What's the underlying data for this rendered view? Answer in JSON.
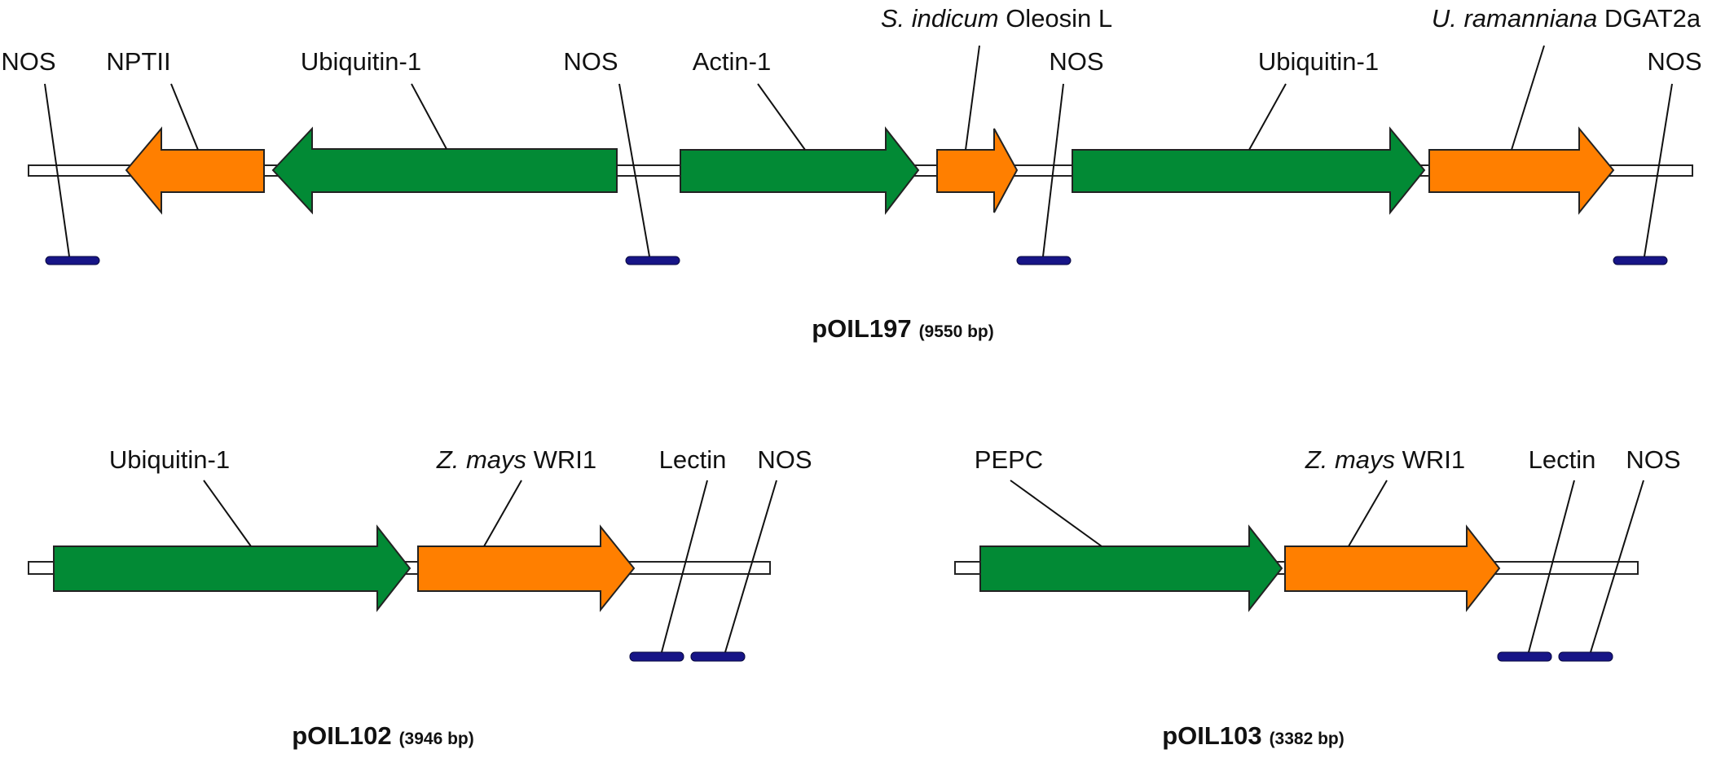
{
  "colors": {
    "promoter": "#028a35",
    "coding": "#ff7f00",
    "terminator_marker": "#171587",
    "backbone": "#ffffff",
    "outline": "#222222"
  },
  "constructs": [
    {
      "id": "pOIL197",
      "name": "pOIL197",
      "size": "(9550 bp)",
      "labels": [
        {
          "id": "nos-1",
          "parts": [
            {
              "text": "NOS",
              "italic": false
            }
          ]
        },
        {
          "id": "nptii",
          "parts": [
            {
              "text": "NPTII",
              "italic": false
            }
          ]
        },
        {
          "id": "ubiquitin-1-a",
          "parts": [
            {
              "text": "Ubiquitin-1",
              "italic": false
            }
          ]
        },
        {
          "id": "nos-2",
          "parts": [
            {
              "text": "NOS",
              "italic": false
            }
          ]
        },
        {
          "id": "actin-1",
          "parts": [
            {
              "text": "Actin-1",
              "italic": false
            }
          ]
        },
        {
          "id": "oleosin",
          "parts": [
            {
              "text": "S. indicum",
              "italic": true
            },
            {
              "text": " Oleosin L",
              "italic": false
            }
          ]
        },
        {
          "id": "nos-3",
          "parts": [
            {
              "text": "NOS",
              "italic": false
            }
          ]
        },
        {
          "id": "ubiquitin-1-b",
          "parts": [
            {
              "text": "Ubiquitin-1",
              "italic": false
            }
          ]
        },
        {
          "id": "dgat2a",
          "parts": [
            {
              "text": "U. ramanniana",
              "italic": true
            },
            {
              "text": " DGAT2a",
              "italic": false
            }
          ]
        },
        {
          "id": "nos-4",
          "parts": [
            {
              "text": "NOS",
              "italic": false
            }
          ]
        }
      ]
    },
    {
      "id": "pOIL102",
      "name": "pOIL102",
      "size": "(3946 bp)",
      "labels": [
        {
          "id": "ubiquitin-1",
          "parts": [
            {
              "text": "Ubiquitin-1",
              "italic": false
            }
          ]
        },
        {
          "id": "wri1",
          "parts": [
            {
              "text": "Z. mays",
              "italic": true
            },
            {
              "text": " WRI1",
              "italic": false
            }
          ]
        },
        {
          "id": "lectin",
          "parts": [
            {
              "text": "Lectin",
              "italic": false
            }
          ]
        },
        {
          "id": "nos",
          "parts": [
            {
              "text": "NOS",
              "italic": false
            }
          ]
        }
      ]
    },
    {
      "id": "pOIL103",
      "name": "pOIL103",
      "size": "(3382 bp)",
      "labels": [
        {
          "id": "pepc",
          "parts": [
            {
              "text": "PEPC",
              "italic": false
            }
          ]
        },
        {
          "id": "wri1",
          "parts": [
            {
              "text": "Z. mays",
              "italic": true
            },
            {
              "text": " WRI1",
              "italic": false
            }
          ]
        },
        {
          "id": "lectin",
          "parts": [
            {
              "text": "Lectin",
              "italic": false
            }
          ]
        },
        {
          "id": "nos",
          "parts": [
            {
              "text": "NOS",
              "italic": false
            }
          ]
        }
      ]
    }
  ]
}
